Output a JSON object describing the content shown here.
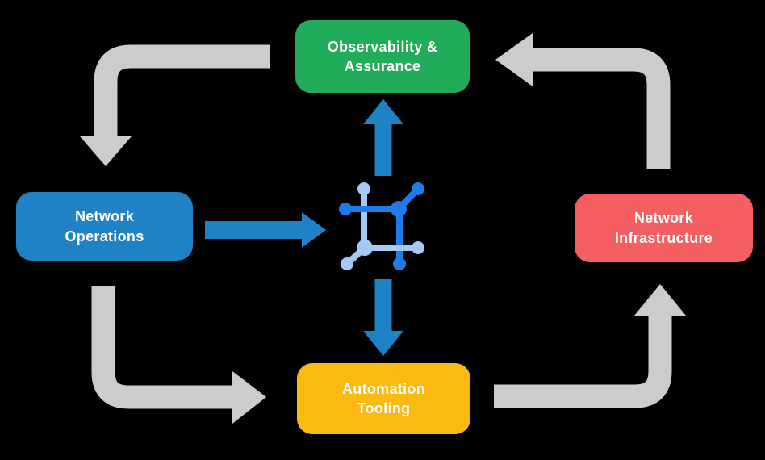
{
  "diagram": {
    "type": "cycle-flow-diagram",
    "background_color": "#000000"
  },
  "nodes": [
    {
      "id": "observability-assurance",
      "label": "Observability &\nAssurance",
      "color": "#21AC59",
      "position": "top-center"
    },
    {
      "id": "network-operations",
      "label": "Network\nOperations",
      "color": "#1F82C5",
      "position": "middle-left"
    },
    {
      "id": "network-infrastructure",
      "label": "Network\nInfrastructure",
      "color": "#F55F61",
      "position": "middle-right"
    },
    {
      "id": "automation-tooling",
      "label": "Automation\nTooling",
      "color": "#FBBA12",
      "position": "bottom-center"
    }
  ],
  "center_icon": {
    "name": "network-hub-icon",
    "description": "square of linked nodes",
    "dark_blue": "#1D7CEA",
    "light_blue": "#A5C9F7"
  },
  "arrows": [
    {
      "id": "obs-to-operations",
      "from": "observability-assurance",
      "to": "network-operations",
      "color": "#CCCCCC",
      "shape": "elbow-down"
    },
    {
      "id": "infra-to-obs",
      "from": "network-infrastructure",
      "to": "observability-assurance",
      "color": "#CCCCCC",
      "shape": "elbow-left"
    },
    {
      "id": "operations-to-tooling",
      "from": "network-operations",
      "to": "automation-tooling",
      "color": "#CCCCCC",
      "shape": "elbow-right"
    },
    {
      "id": "tooling-to-infra",
      "from": "automation-tooling",
      "to": "network-infrastructure",
      "color": "#CCCCCC",
      "shape": "elbow-up"
    },
    {
      "id": "operations-to-hub",
      "from": "network-operations",
      "to": "center-hub",
      "color": "#1F82C5",
      "shape": "straight-right"
    },
    {
      "id": "hub-to-obs",
      "from": "center-hub",
      "to": "observability-assurance",
      "color": "#1F82C5",
      "shape": "straight-up"
    },
    {
      "id": "hub-to-tooling",
      "from": "center-hub",
      "to": "automation-tooling",
      "color": "#1F82C5",
      "shape": "straight-down"
    }
  ],
  "colors": {
    "arrow_gray": "#CCCCCC",
    "accent_blue": "#1F82C5",
    "green": "#21AC59",
    "red": "#F55F61",
    "yellow": "#FBBA12",
    "icon_dark_blue": "#1D7CEA",
    "icon_light_blue": "#A5C9F7",
    "text": "#FFFFFF",
    "background": "#000000"
  }
}
